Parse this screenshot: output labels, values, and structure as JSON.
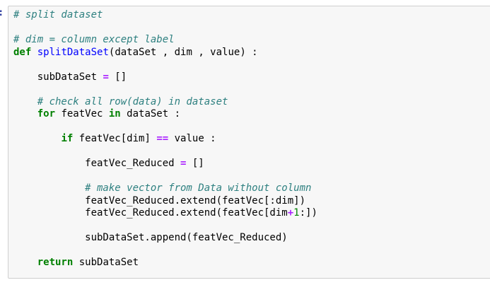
{
  "page": {
    "background": "#ffffff"
  },
  "cell": {
    "type": "jupyter-code-cell-input",
    "prompt_fragment": ":",
    "prompt_color": "#303F9F",
    "background": "#f7f7f7",
    "border_color": "#cfcfcf"
  },
  "syntax_colors": {
    "comment": "#2e8080",
    "keyword": "#008000",
    "function": "#0000ff",
    "operator": "#aa22ff",
    "number": "#008000",
    "plain": "#000000"
  },
  "code": {
    "language": "python",
    "lines": [
      [
        {
          "t": "# split dataset",
          "s": "comment"
        }
      ],
      [],
      [
        {
          "t": "# dim = column except label",
          "s": "comment"
        }
      ],
      [
        {
          "t": "def",
          "s": "keyword"
        },
        {
          "t": " ",
          "s": "plain"
        },
        {
          "t": "splitDataSet",
          "s": "function"
        },
        {
          "t": "(dataSet , dim , value) :",
          "s": "plain"
        }
      ],
      [],
      [
        {
          "t": "    subDataSet ",
          "s": "plain"
        },
        {
          "t": "=",
          "s": "operator"
        },
        {
          "t": " []",
          "s": "plain"
        }
      ],
      [],
      [
        {
          "t": "    # check all row(data) in dataset",
          "s": "comment"
        }
      ],
      [
        {
          "t": "    ",
          "s": "plain"
        },
        {
          "t": "for",
          "s": "keyword"
        },
        {
          "t": " featVec ",
          "s": "plain"
        },
        {
          "t": "in",
          "s": "keyword"
        },
        {
          "t": " dataSet :",
          "s": "plain"
        }
      ],
      [],
      [
        {
          "t": "        ",
          "s": "plain"
        },
        {
          "t": "if",
          "s": "keyword"
        },
        {
          "t": " featVec[dim] ",
          "s": "plain"
        },
        {
          "t": "==",
          "s": "operator"
        },
        {
          "t": " value :",
          "s": "plain"
        }
      ],
      [],
      [
        {
          "t": "            featVec_Reduced ",
          "s": "plain"
        },
        {
          "t": "=",
          "s": "operator"
        },
        {
          "t": " []",
          "s": "plain"
        }
      ],
      [],
      [
        {
          "t": "            # make vector from Data without column",
          "s": "comment"
        }
      ],
      [
        {
          "t": "            featVec_Reduced.extend(featVec[:dim])",
          "s": "plain"
        }
      ],
      [
        {
          "t": "            featVec_Reduced.extend(featVec[dim",
          "s": "plain"
        },
        {
          "t": "+",
          "s": "operator"
        },
        {
          "t": "1",
          "s": "number"
        },
        {
          "t": ":])",
          "s": "plain"
        }
      ],
      [],
      [
        {
          "t": "            subDataSet.append(featVec_Reduced)",
          "s": "plain"
        }
      ],
      [],
      [
        {
          "t": "    ",
          "s": "plain"
        },
        {
          "t": "return",
          "s": "keyword"
        },
        {
          "t": " subDataSet",
          "s": "plain"
        }
      ]
    ]
  }
}
